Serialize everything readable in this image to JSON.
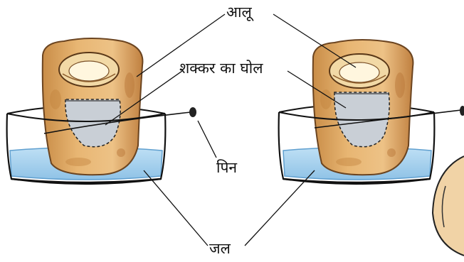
{
  "labels": {
    "potato": "आलू",
    "sugar_solution": "शक्कर का घोल",
    "pin": "पिन",
    "water": "जल"
  },
  "colors": {
    "water": "#a9d2ee",
    "water_edge": "#5f9fcf",
    "potato": "#e8b673",
    "potato_shadow": "#c98d48",
    "potato_hole": "#f2d9a6",
    "solution": "#c9cfd6",
    "line": "#111111"
  },
  "icons": [
    "beaker-icon",
    "potato-icon",
    "pin-icon",
    "head-icon"
  ]
}
